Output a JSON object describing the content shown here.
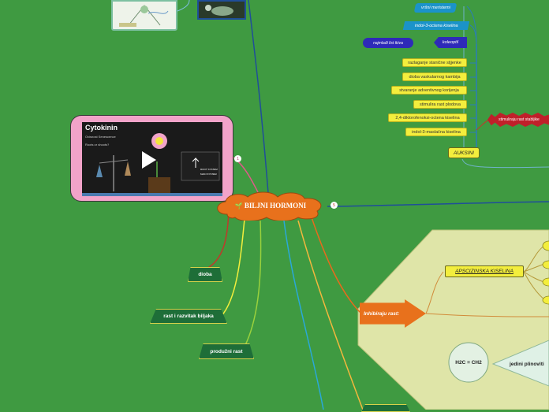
{
  "central": {
    "icon": "🌱",
    "label": "BILJNI HORMONI"
  },
  "right_branch": {
    "badge": "5"
  },
  "video_card": {
    "badge": "1",
    "title": "Cytokinin",
    "lines": [
      "Ovisnost Senescence",
      "Roots or shoots?"
    ],
    "caption": [
      "ROOT SYSTEM",
      "MAIN SYSTEM"
    ]
  },
  "auxin": {
    "label": "AUKSINI",
    "blue_items": [
      "vršni meristemi",
      "indol-3-octena kiselina"
    ],
    "kolepotil": "koleoptil",
    "najmladi": "najmlađi list tkiva",
    "yellow_items": [
      "razlaganje stanične stjjenke",
      "dioba vaskularnog kambija",
      "stvaranje adventivnog korijenja",
      "stimulira rast plodova",
      "2,4-diklorofenoksi-octena kiselina",
      "indol-3-maslačna kiselina"
    ],
    "stimuliraju": "stimuliraju rast stabljike"
  },
  "left_nodes": [
    "dioba",
    "rast i razvitak biljaka",
    "produžni rast"
  ],
  "inhibitors": {
    "arrow_label": "Inhibiraju rast:",
    "abscisic": "APSCIZINSKA KISELINA",
    "formula": "H2C = CH2",
    "gas_label": "jedini plinoviti"
  }
}
